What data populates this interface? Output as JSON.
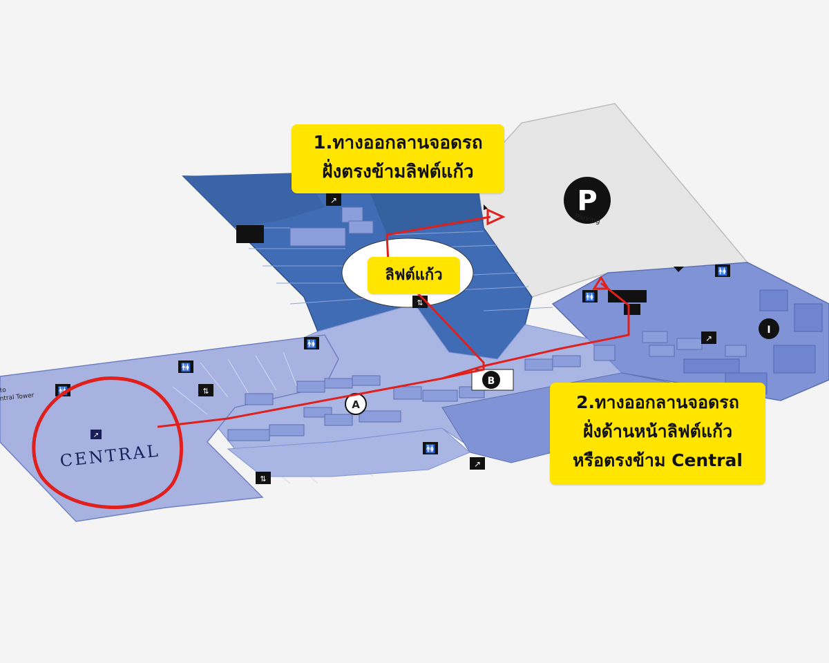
{
  "callouts": {
    "exit_1": {
      "line1": "1.ทางออกลานจอดรถ",
      "line2": "ฝั่งตรงข้ามลิฟต์แก้ว"
    },
    "glass_lift": "ลิฟต์แก้ว",
    "exit_2": {
      "line1": "2.ทางออกลานจอดรถ",
      "line2": "ฝั่งด้านหน้าลิฟต์แก้ว",
      "line3": "หรือตรงข้าม Central"
    }
  },
  "map_labels": {
    "parking_symbol": "P",
    "parking": "Parking",
    "central": "CENTRAL",
    "central_tower": "to\nntral Tower",
    "zone_a": "A",
    "zone_b": "B",
    "zone_i": "I"
  },
  "colors": {
    "route": "#e0201c",
    "callout": "#ffe500",
    "floor_dark_blue": "#3f6cb4",
    "floor_light_blue": "#a9b5e2",
    "floor_mid_blue": "#7f93d6",
    "parking_floor": "#e6e6e6"
  },
  "icons": [
    "parking-icon",
    "restroom-icon",
    "escalator-icon",
    "elevator-icon",
    "route-arrow-icon"
  ]
}
